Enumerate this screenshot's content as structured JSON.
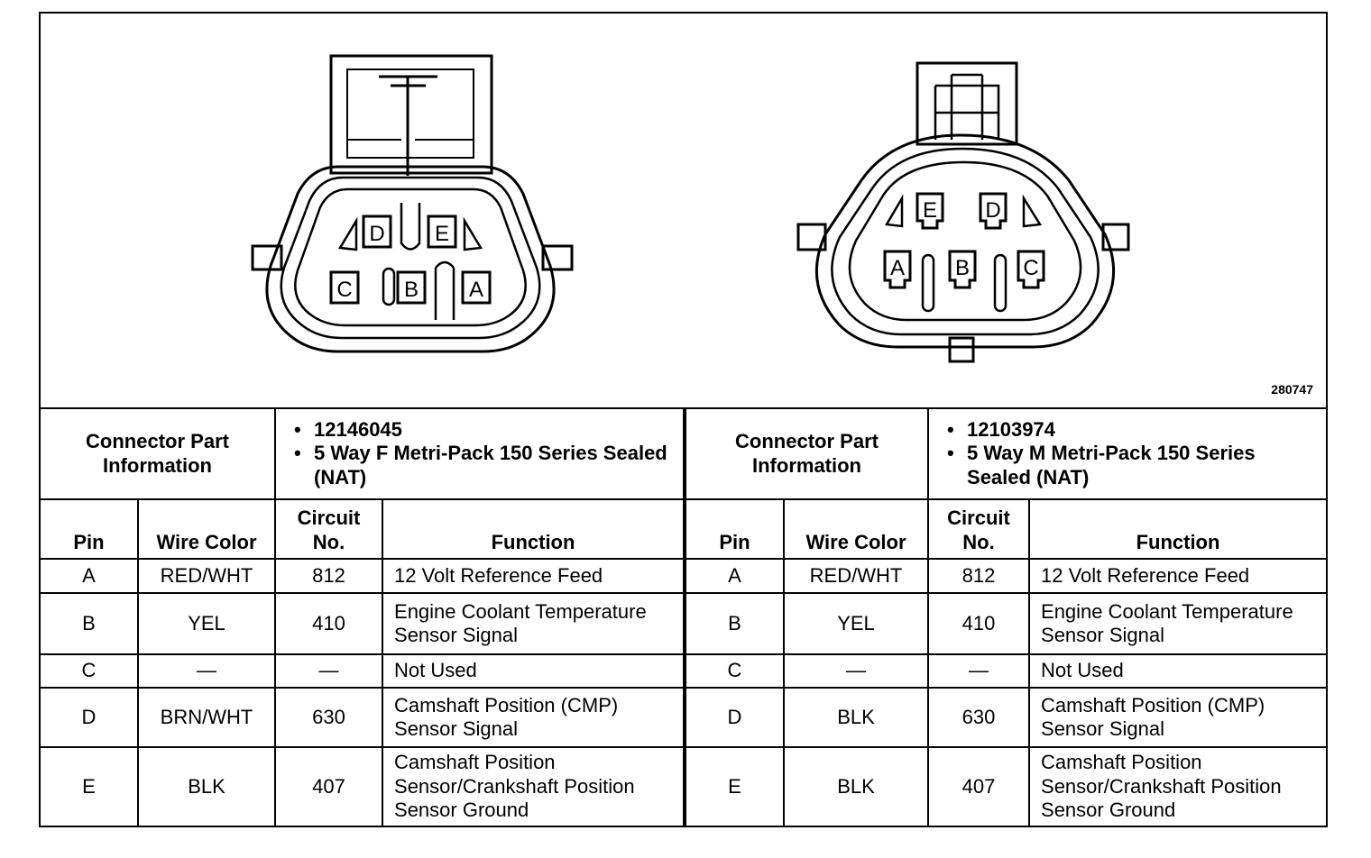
{
  "figure_id": "280747",
  "connectors": [
    {
      "side": "left",
      "info_label": "Connector Part Information",
      "part_number": "12146045",
      "description": "5 Way F Metri-Pack 150 Series Sealed (NAT)",
      "headers": {
        "pin": "Pin",
        "wire_color": "Wire Color",
        "circuit": "Circuit No.",
        "function": "Function"
      },
      "rows": [
        {
          "pin": "A",
          "wire": "RED/WHT",
          "circuit": "812",
          "function": "12 Volt Reference Feed"
        },
        {
          "pin": "B",
          "wire": "YEL",
          "circuit": "410",
          "function": "Engine Coolant Temperature Sensor Signal"
        },
        {
          "pin": "C",
          "wire": "—",
          "circuit": "—",
          "function": "Not Used"
        },
        {
          "pin": "D",
          "wire": "BRN/WHT",
          "circuit": "630",
          "function": "Camshaft Position (CMP) Sensor Signal"
        },
        {
          "pin": "E",
          "wire": "BLK",
          "circuit": "407",
          "function": "Camshaft Position Sensor/Crankshaft Position Sensor Ground"
        }
      ]
    },
    {
      "side": "right",
      "info_label": "Connector Part Information",
      "part_number": "12103974",
      "description": "5 Way M Metri-Pack 150 Series Sealed (NAT)",
      "headers": {
        "pin": "Pin",
        "wire_color": "Wire Color",
        "circuit": "Circuit No.",
        "function": "Function"
      },
      "rows": [
        {
          "pin": "A",
          "wire": "RED/WHT",
          "circuit": "812",
          "function": "12 Volt Reference Feed"
        },
        {
          "pin": "B",
          "wire": "YEL",
          "circuit": "410",
          "function": "Engine Coolant Temperature Sensor Signal"
        },
        {
          "pin": "C",
          "wire": "—",
          "circuit": "—",
          "function": "Not Used"
        },
        {
          "pin": "D",
          "wire": "BLK",
          "circuit": "630",
          "function": "Camshaft Position (CMP) Sensor Signal"
        },
        {
          "pin": "E",
          "wire": "BLK",
          "circuit": "407",
          "function": "Camshaft Position Sensor/Crankshaft Position Sensor Ground"
        }
      ]
    }
  ],
  "female_pins": [
    "D",
    "E",
    "C",
    "B",
    "A"
  ],
  "male_pins": [
    "E",
    "D",
    "A",
    "B",
    "C"
  ]
}
